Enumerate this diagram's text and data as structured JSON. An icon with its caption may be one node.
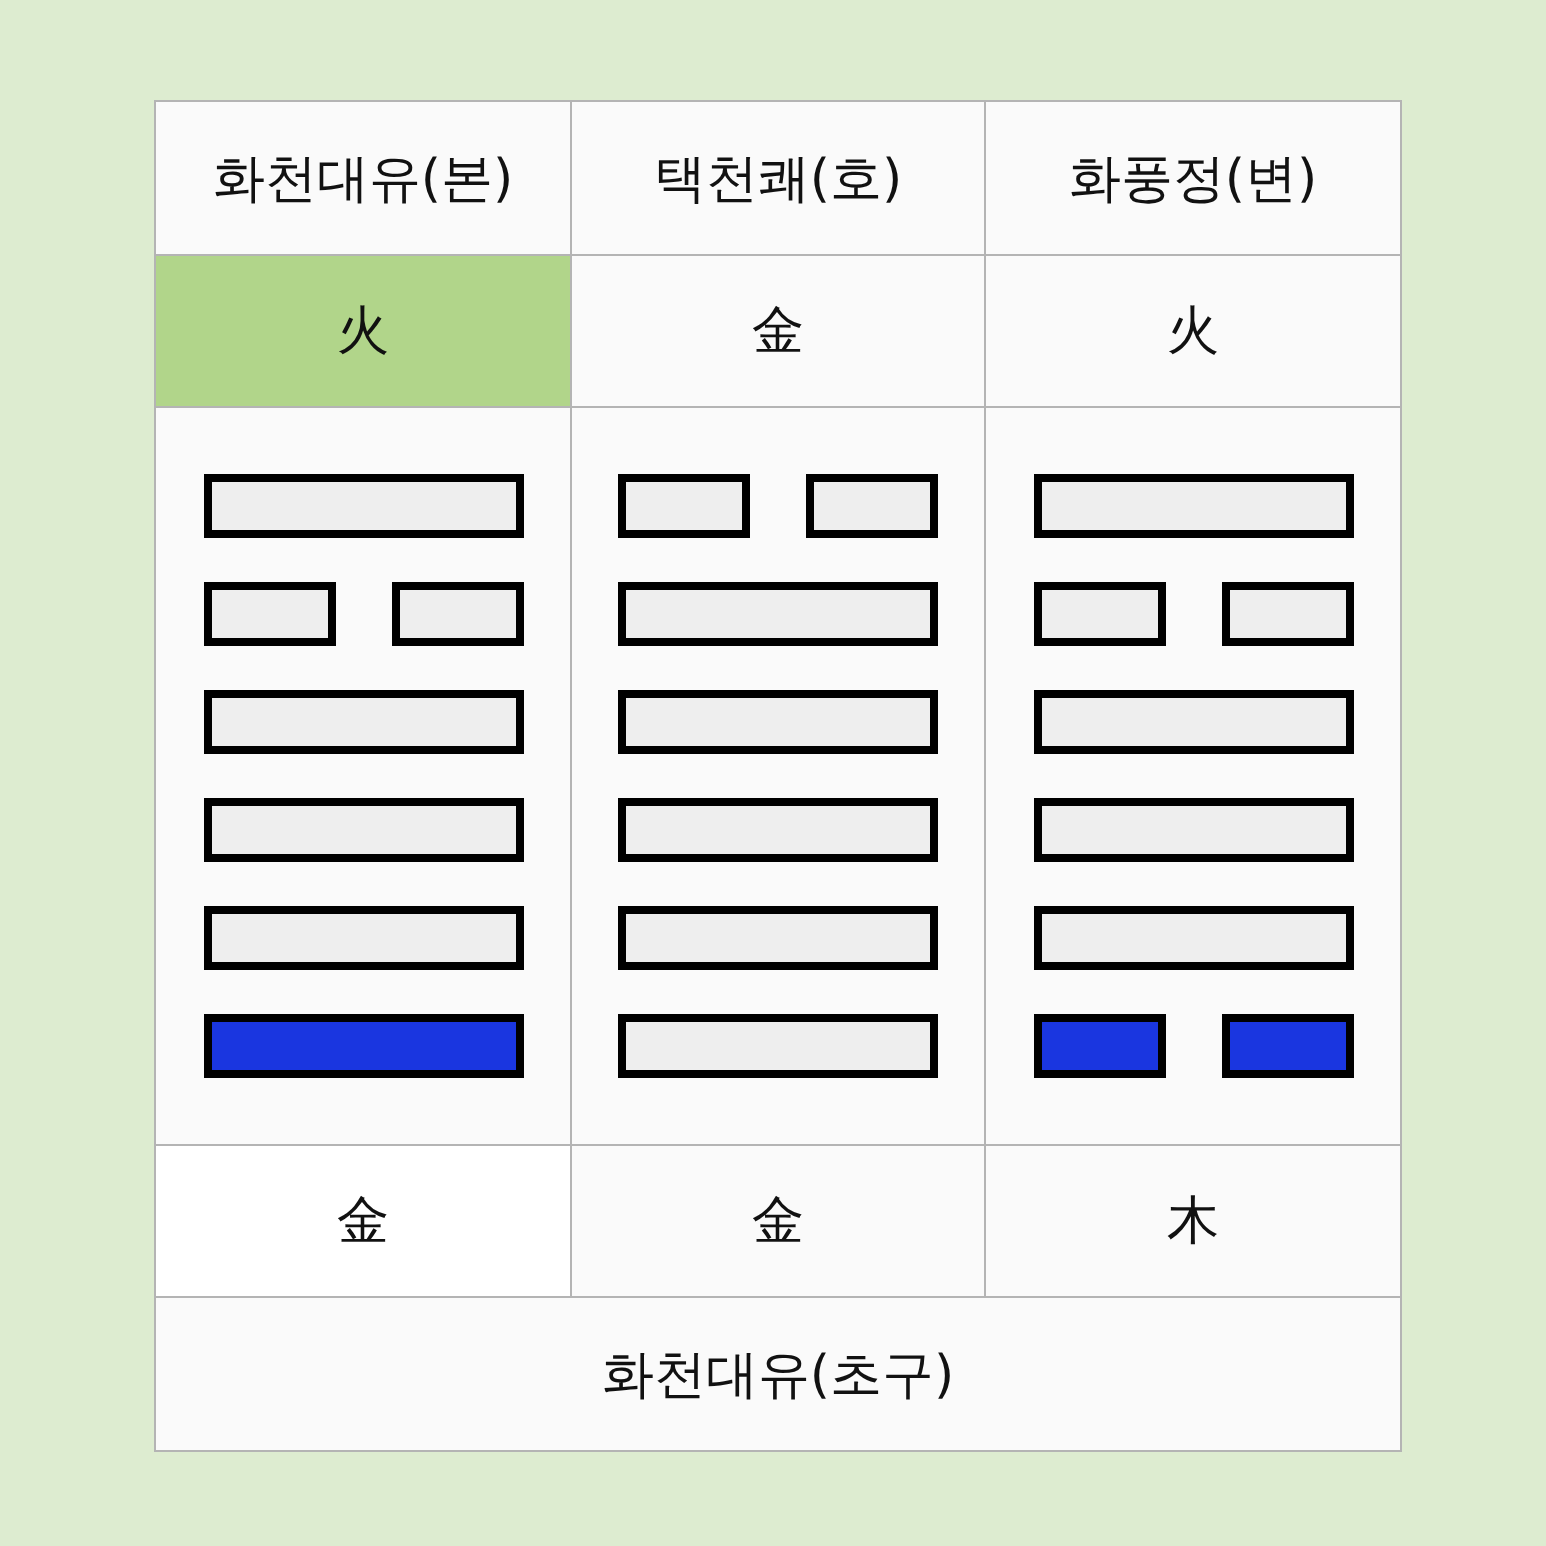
{
  "diagram": {
    "labels": [
      "화천대유(본)",
      "택천쾌(호)",
      "화풍정(변)",
      "火",
      "金",
      "火",
      "金",
      "金",
      "木",
      "화천대유(초구)"
    ]
  }
}
